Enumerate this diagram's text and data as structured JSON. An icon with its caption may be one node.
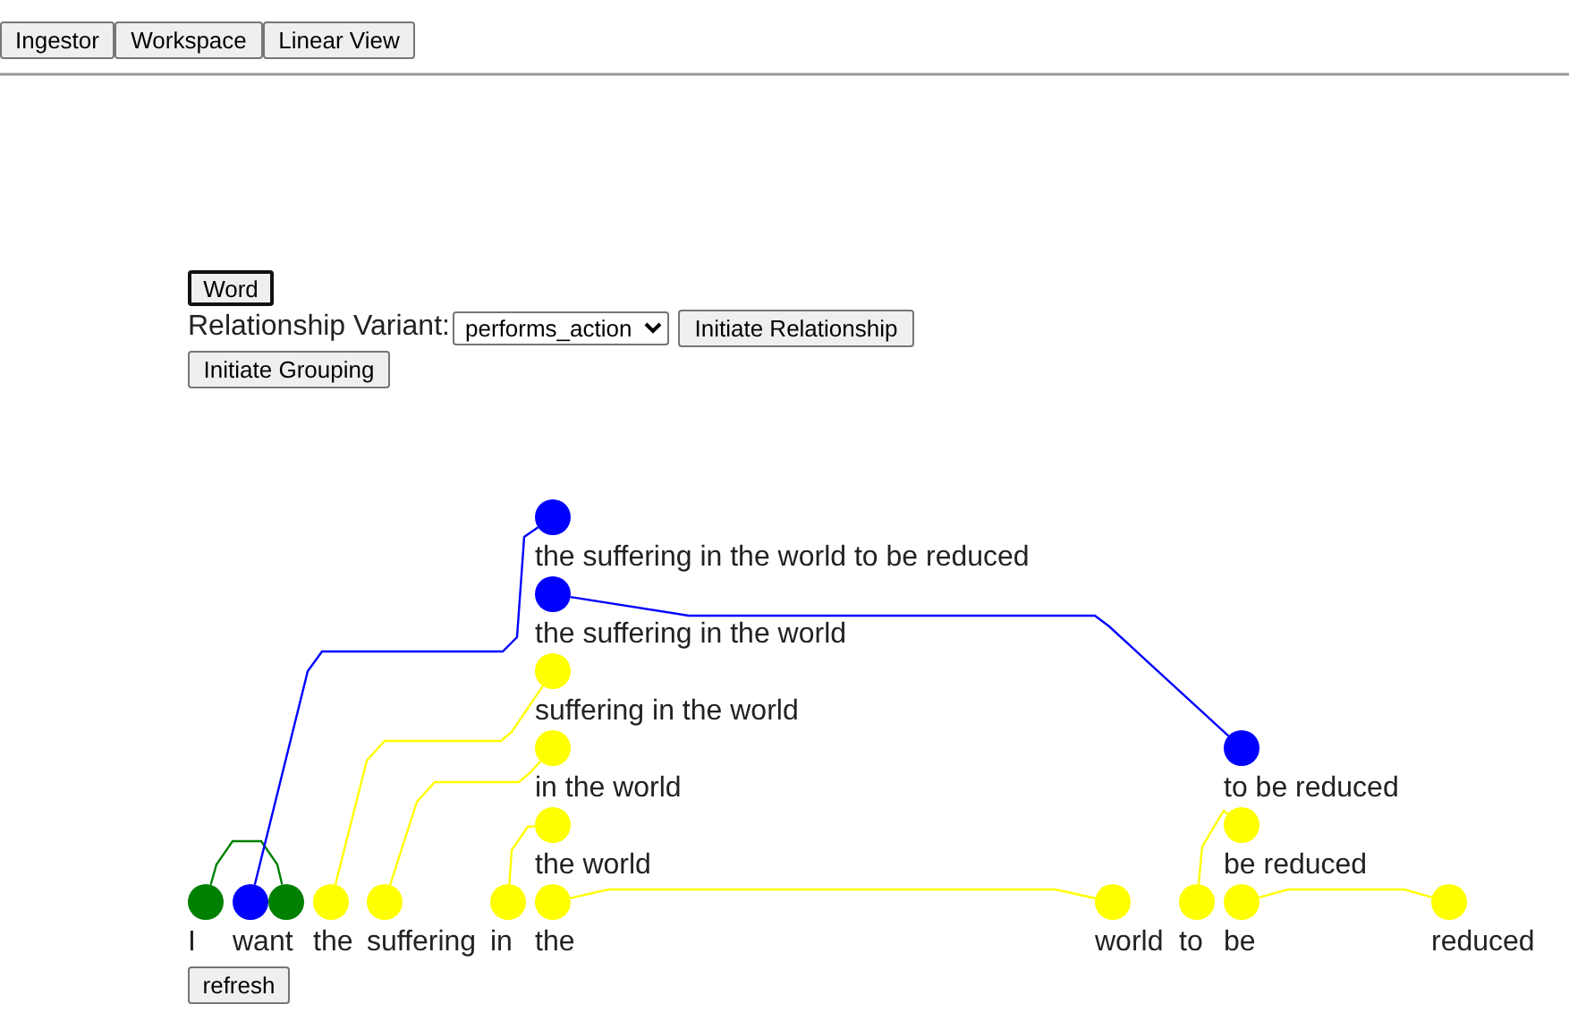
{
  "diagram": {
    "nodes": [
      {
        "text": [
          "the suffering in the world to be reduced"
        ]
      },
      {
        "text": [
          "the suffering in the world"
        ]
      },
      {
        "text": [
          "suffering in the world"
        ]
      },
      {
        "text": [
          "in the world"
        ]
      },
      {
        "text": [
          "to be reduced"
        ]
      },
      {
        "text": [
          "the world"
        ]
      },
      {
        "text": [
          "be reduced"
        ]
      },
      {
        "text": [
          "I"
        ]
      },
      {
        "text": [
          "want"
        ]
      },
      {
        "text": [],
        "shape": "circle"
      },
      {
        "text": [
          "the"
        ]
      },
      {
        "text": [
          "suffering"
        ]
      },
      {
        "text": [
          "in"
        ]
      },
      {
        "text": [
          "the"
        ]
      },
      {
        "text": [
          "world"
        ]
      },
      {
        "text": [
          "to"
        ]
      },
      {
        "text": [
          "be"
        ]
      },
      {
        "text": [
          "reduced"
        ]
      }
    ],
    "edges": [
      {
        "from": 7,
        "to": 9,
        "arrow": "none",
        "color": "#008000"
      },
      {
        "from": 8,
        "to": 0,
        "arrow": "none",
        "color": "#0000ff"
      },
      {
        "from": 1,
        "to": 4,
        "arrow": "none",
        "color": "#0000ff"
      },
      {
        "from": 10,
        "to": 2,
        "arrow": "none"
      },
      {
        "from": 11,
        "to": 3,
        "arrow": "none"
      },
      {
        "from": 12,
        "to": 5,
        "arrow": "none"
      },
      {
        "from": 13,
        "to": 14,
        "arrow": "none"
      },
      {
        "from": 15,
        "to": 6,
        "arrow": "none"
      },
      {
        "from": 16,
        "to": 17,
        "arrow": "none"
      }
    ],
    "labels": [
      "Ingestor",
      "Workspace",
      "Linear View",
      "Word",
      "Relationship Variant:",
      "performs_action",
      "Initiate Relationship",
      "Initiate Grouping",
      "refresh"
    ]
  }
}
